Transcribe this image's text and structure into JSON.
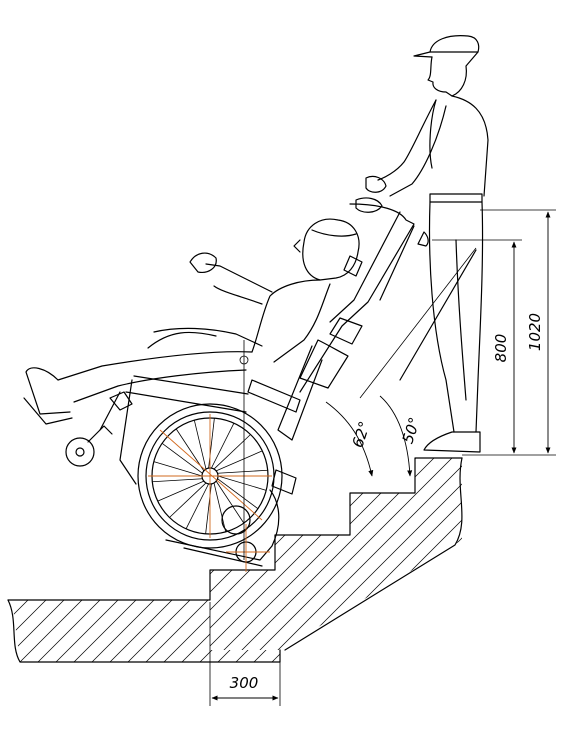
{
  "dimensions": {
    "platform_height": "1020",
    "handle_height": "800",
    "step_depth": "300",
    "chair_angle": "62°",
    "stair_angle": "50°"
  },
  "colors": {
    "line": "#000000",
    "center_marks": "#d2691e",
    "background": "#ffffff"
  }
}
